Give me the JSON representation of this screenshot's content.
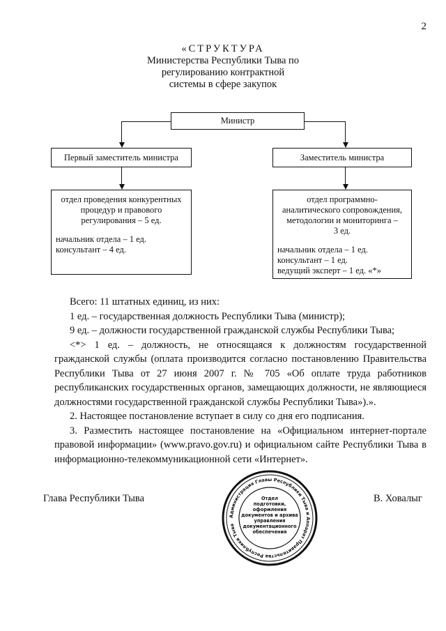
{
  "page_number": "2",
  "title": {
    "line1": "«СТРУКТУРА",
    "line2": "Министерства Республики Тыва по",
    "line3": "регулированию контрактной",
    "line4": "системы в сфере закупок"
  },
  "org_chart": {
    "minister": "Министр",
    "first_deputy": "Первый заместитель министра",
    "deputy": "Заместитель министра",
    "dept_left": {
      "name_lines": [
        "отдел проведения конкурентных",
        "процедур и правового",
        "регулирования – 5 ед."
      ],
      "staff": [
        "начальник отдела – 1 ед.",
        "консультант – 4 ед."
      ]
    },
    "dept_right": {
      "name_lines": [
        "отдел программно-",
        "аналитического сопровождения,",
        "методологии и мониторинга –",
        "3 ед."
      ],
      "staff": [
        "начальник отдела – 1 ед.",
        "консультант – 1 ед.",
        "ведущий эксперт – 1 ед. «*»"
      ]
    }
  },
  "body": {
    "total": "Всего: 11 штатных единиц, из них:",
    "item1": "1 ед. – государственная должность Республики Тыва (министр);",
    "item2": "9 ед. – должности государственной гражданской службы Республики Тыва;",
    "footnote": "<*> 1 ед. – должность, не относящаяся к должностям государственной гражданской службы (оплата производится согласно постановлению Правительства Республики Тыва от 27 июня 2007 г. № 705 «Об оплате труда работников республиканских государственных органов, замещающих должности, не являющиеся должностями государственной гражданской службы Республики Тыва»).».",
    "para2": "2. Настоящее постановление вступает в силу со дня его подписания.",
    "para3": "3. Разместить настоящее постановление на «Официальном интернет-портале правовой информации» (www.pravo.gov.ru) и официальном сайте Республики Тыва в информационно-телекоммуникационной сети «Интернет»."
  },
  "signature": {
    "position": "Глава Республики Тыва",
    "name": "В. Ховалыг"
  },
  "seal": {
    "ring_text": "Администрация Главы Республики Тыва и Аппарат Правительства Республики Тыва",
    "center_lines": [
      "Отдел",
      "подготовки,",
      "оформления",
      "документов и архива",
      "управления",
      "документационного",
      "обеспечения"
    ]
  }
}
